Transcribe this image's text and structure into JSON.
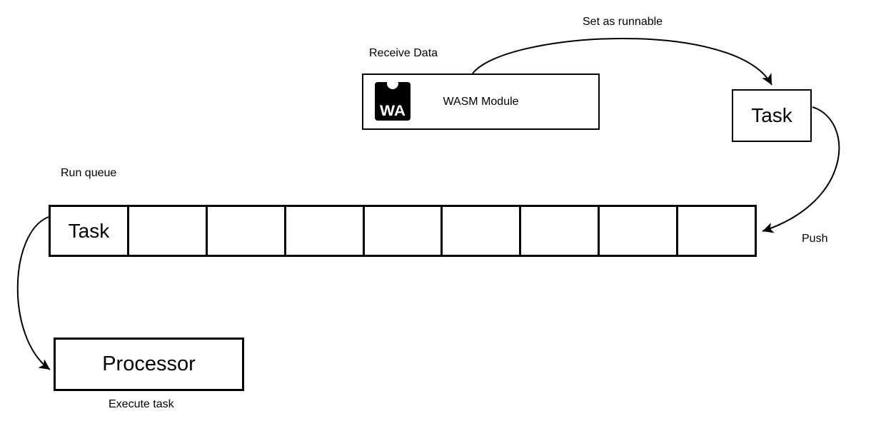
{
  "labels": {
    "receive_data": "Receive Data",
    "set_as_runnable": "Set as runnable",
    "run_queue": "Run queue",
    "push": "Push",
    "execute_task": "Execute task"
  },
  "boxes": {
    "wasm_module": "WASM Module",
    "task": "Task",
    "processor": "Processor"
  },
  "queue": {
    "cells": [
      "Task",
      "",
      "",
      "",
      "",
      "",
      "",
      "",
      ""
    ]
  },
  "icons": {
    "wasm_logo_text": "WA"
  },
  "colors": {
    "stroke": "#000000",
    "background": "#ffffff",
    "logo_fill": "#000000",
    "logo_text": "#ffffff"
  }
}
